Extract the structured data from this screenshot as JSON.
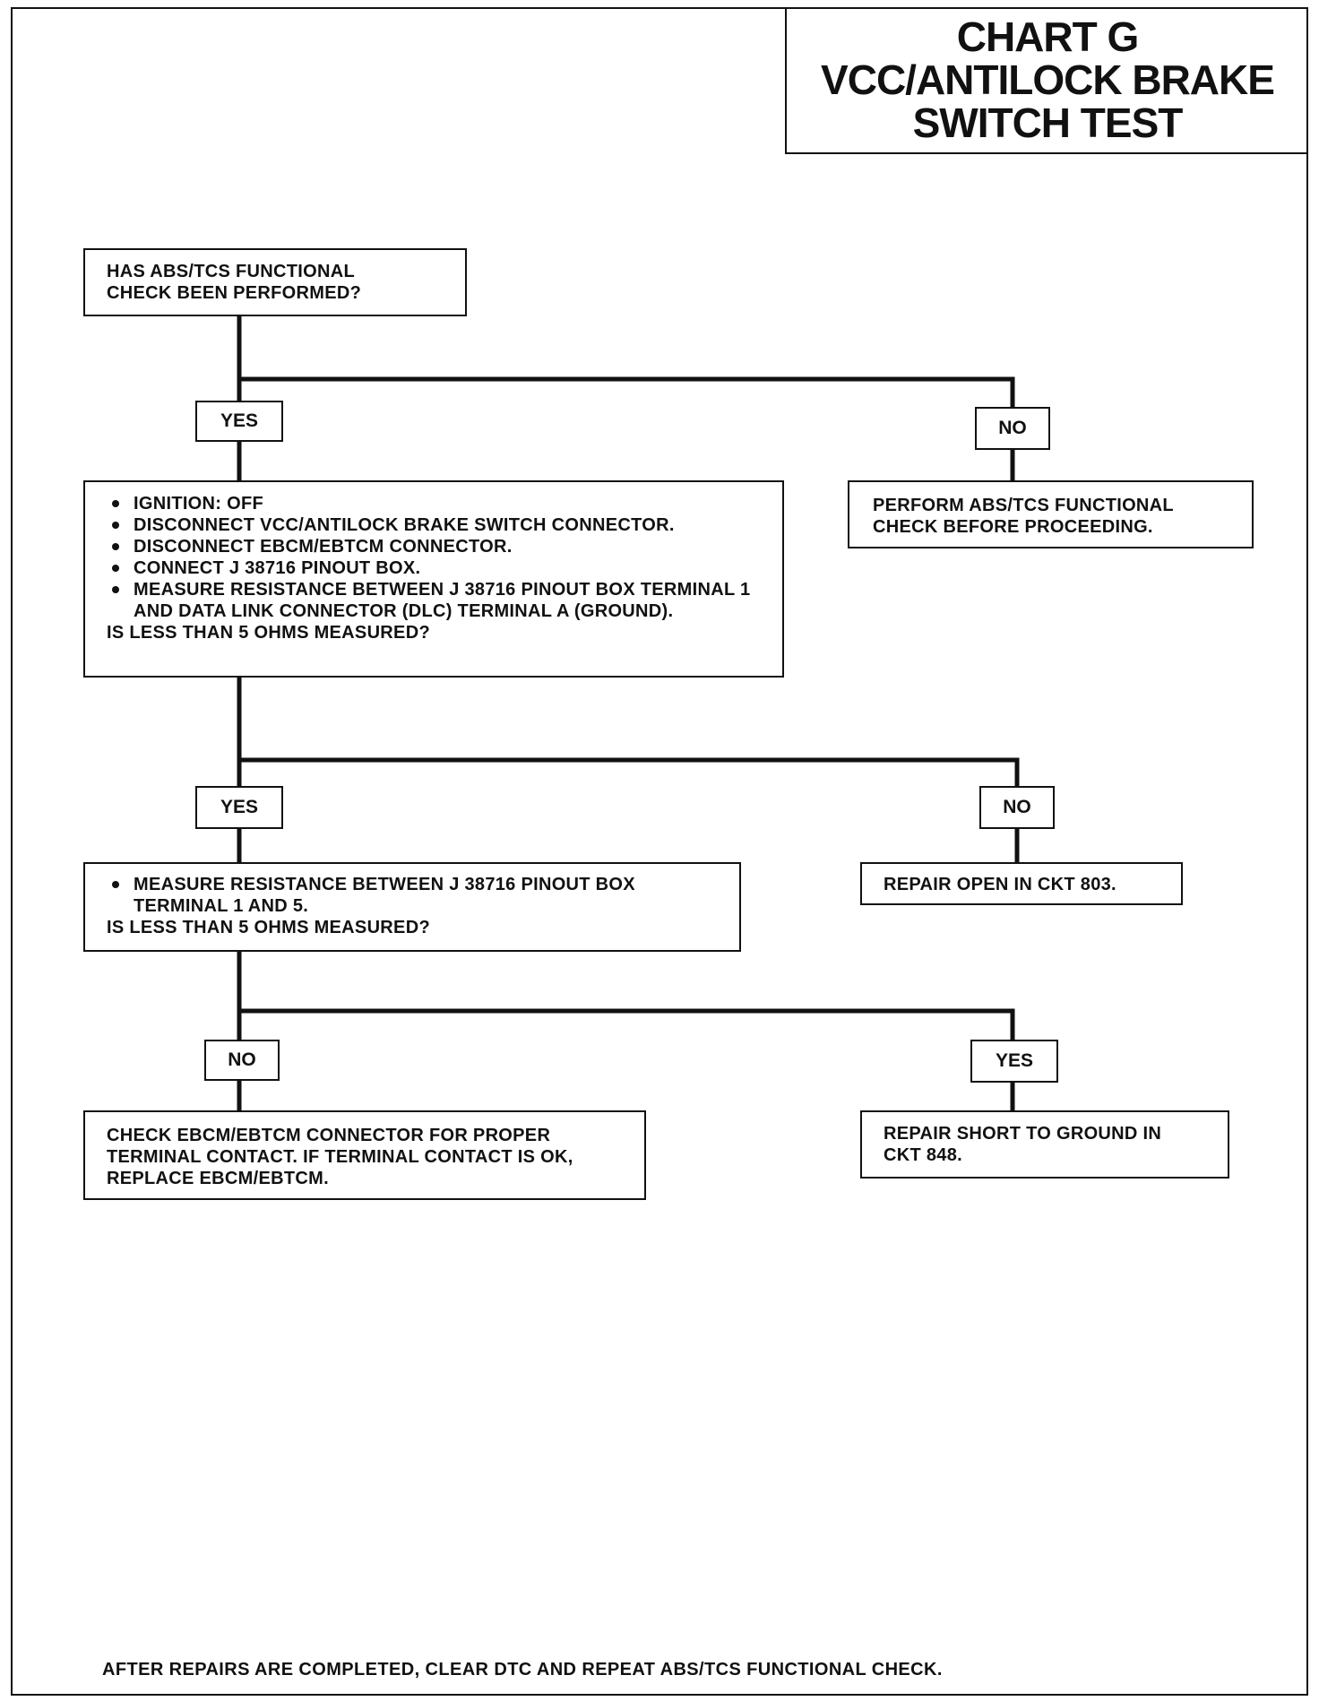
{
  "title": {
    "line1": "CHART G",
    "line2": "VCC/ANTILOCK BRAKE",
    "line3": "SWITCH TEST"
  },
  "steps": {
    "q1": "HAS ABS/TCS FUNCTIONAL CHECK BEEN PERFORMED?",
    "q1_yes": "YES",
    "q1_no": "NO",
    "q1_no_action": "PERFORM ABS/TCS  FUNCTIONAL CHECK BEFORE PROCEEDING.",
    "q2_items": [
      "IGNITION: OFF",
      "DISCONNECT VCC/ANTILOCK BRAKE SWITCH CONNECTOR.",
      "DISCONNECT EBCM/EBTCM CONNECTOR.",
      "CONNECT J 38716 PINOUT BOX.",
      "MEASURE RESISTANCE BETWEEN J 38716 PINOUT BOX TERMINAL 1 AND DATA LINK CONNECTOR (DLC) TERMINAL A (GROUND)."
    ],
    "q2_question": "IS LESS THAN 5 OHMS MEASURED?",
    "q2_yes": "YES",
    "q2_no": "NO",
    "q2_no_action": "REPAIR OPEN IN CKT 803.",
    "q3_items": [
      "MEASURE RESISTANCE BETWEEN J 38716 PINOUT BOX TERMINAL 1 AND 5."
    ],
    "q3_question": "IS LESS THAN 5 OHMS MEASURED?",
    "q3_no": "NO",
    "q3_yes": "YES",
    "q3_no_action": "CHECK EBCM/EBTCM CONNECTOR FOR PROPER TERMINAL CONTACT.  IF TERMINAL CONTACT IS OK, REPLACE EBCM/EBTCM.",
    "q3_yes_action": "REPAIR SHORT TO GROUND IN CKT 848."
  },
  "footer": "AFTER REPAIRS ARE COMPLETED, CLEAR DTC AND REPEAT ABS/TCS FUNCTIONAL CHECK."
}
